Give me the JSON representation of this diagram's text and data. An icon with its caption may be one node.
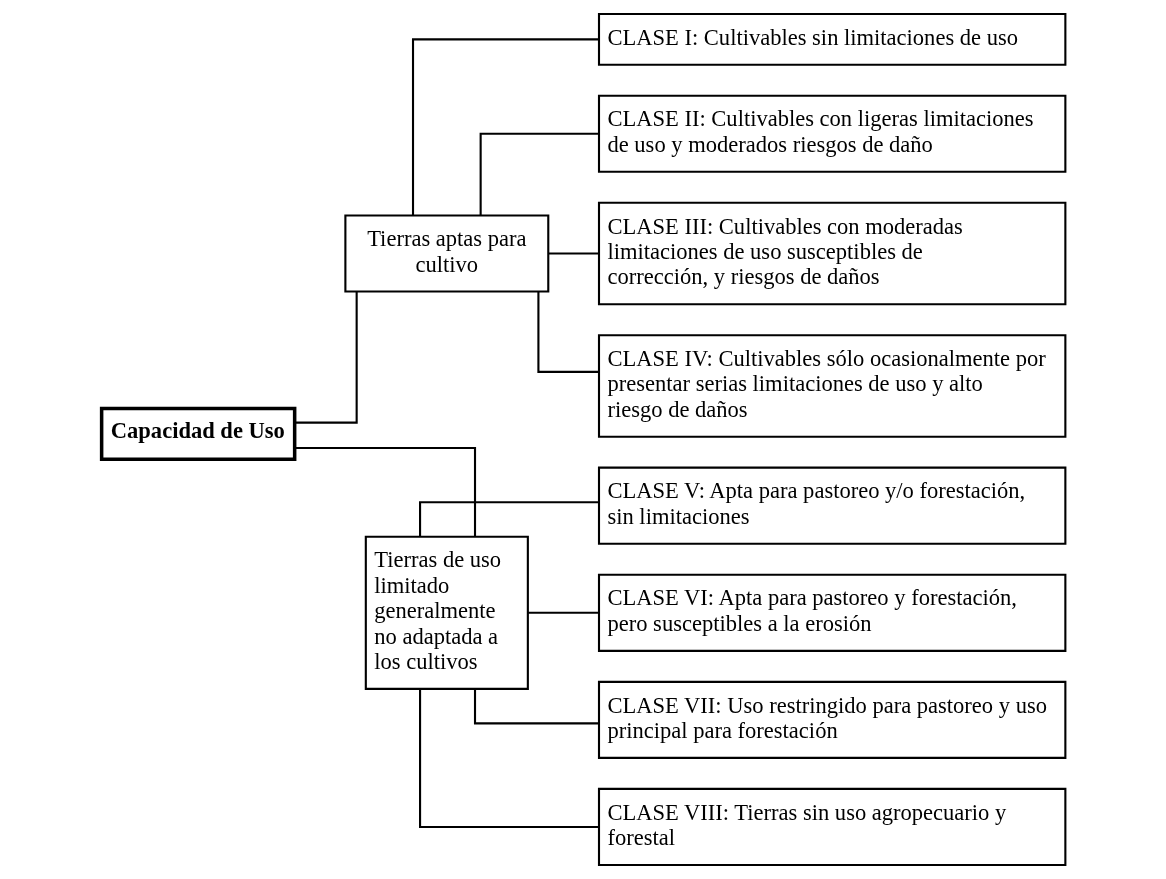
{
  "diagram": {
    "nodes": [
      {
        "text": [
          "Capacidad de Uso"
        ]
      },
      {
        "text": [
          "Tierras aptas para cultivo"
        ]
      },
      {
        "text": [
          "Tierras de uso limitado generalmente no adaptada a los cultivos"
        ]
      },
      {
        "text": [
          "CLASE I: Cultivables sin limitaciones de uso"
        ]
      },
      {
        "text": [
          "CLASE II: Cultivables con ligeras limitaciones de uso y moderados riesgos de daño"
        ]
      },
      {
        "text": [
          "CLASE III: Cultivables con moderadas limitaciones de uso susceptibles de corrección, y riesgos de daños"
        ]
      },
      {
        "text": [
          "CLASE IV: Cultivables sólo ocasionalmente por presentar serias limitaciones de uso y alto riesgo de daños"
        ]
      },
      {
        "text": [
          "CLASE V: Apta para pastoreo y/o forestación, sin limitaciones"
        ]
      },
      {
        "text": [
          "CLASE VI: Apta para pastoreo y forestación, pero susceptibles a la erosión"
        ]
      },
      {
        "text": [
          "CLASE VII: Uso restringido para pastoreo y uso principal para forestación"
        ]
      },
      {
        "text": [
          "CLASE VIII: Tierras sin uso agropecuario y forestal"
        ]
      }
    ],
    "edges": [
      {
        "from": 0,
        "to": 1,
        "arrow": "none"
      },
      {
        "from": 0,
        "to": 2,
        "arrow": "none"
      },
      {
        "from": 1,
        "to": 3,
        "arrow": "none"
      },
      {
        "from": 1,
        "to": 4,
        "arrow": "none"
      },
      {
        "from": 1,
        "to": 5,
        "arrow": "none"
      },
      {
        "from": 1,
        "to": 6,
        "arrow": "none"
      },
      {
        "from": 2,
        "to": 7,
        "arrow": "none"
      },
      {
        "from": 2,
        "to": 8,
        "arrow": "none"
      },
      {
        "from": 2,
        "to": 9,
        "arrow": "none"
      },
      {
        "from": 2,
        "to": 10,
        "arrow": "none"
      }
    ]
  }
}
